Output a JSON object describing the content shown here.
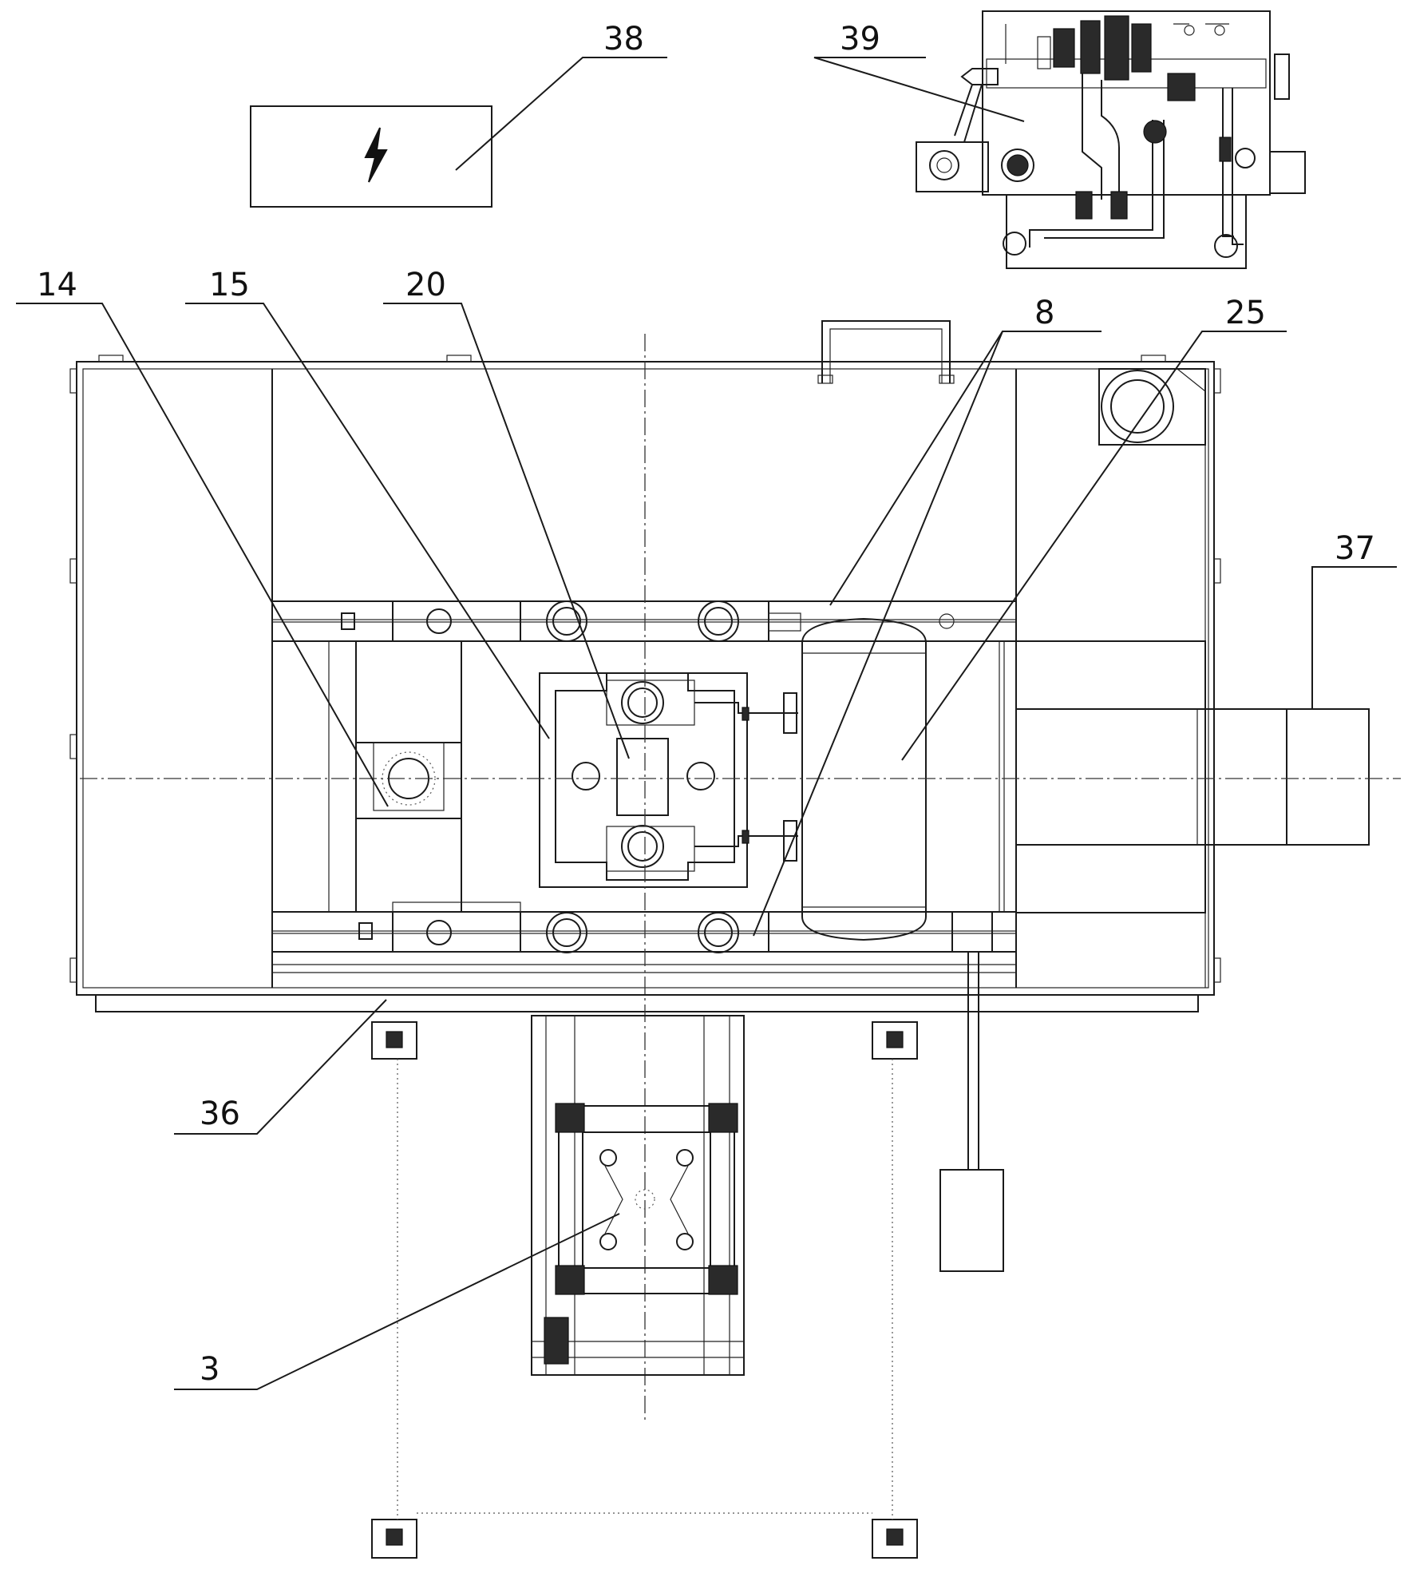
{
  "labels": {
    "l38": "38",
    "l39": "39",
    "l14": "14",
    "l15": "15",
    "l20": "20",
    "l8": "8",
    "l25": "25",
    "l37": "37",
    "l36": "36",
    "l3": "3"
  },
  "icons": {
    "power_box": "lightning-bolt-icon"
  }
}
